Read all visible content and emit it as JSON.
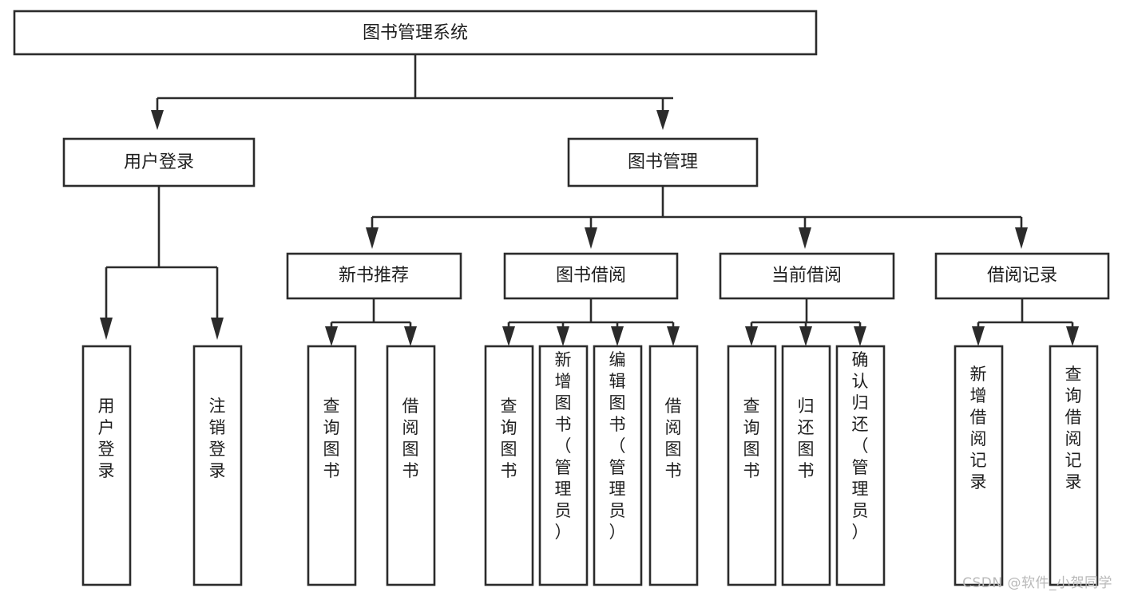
{
  "diagram": {
    "title": "图书管理系统",
    "type": "tree",
    "watermark": "CSDN @软件_小贺同学",
    "colors": {
      "stroke": "#2b2b2b",
      "box_fill": "#ffffff",
      "text": "#1e1e1e",
      "background": "#ffffff",
      "watermark": "#b9b9b9"
    },
    "levels": {
      "root": {
        "label": "图书管理系统"
      },
      "level2": [
        {
          "label": "用户登录"
        },
        {
          "label": "图书管理"
        }
      ],
      "level3": [
        {
          "label": "新书推荐"
        },
        {
          "label": "图书借阅"
        },
        {
          "label": "当前借阅"
        },
        {
          "label": "借阅记录"
        }
      ],
      "leaves": {
        "user_login": [
          {
            "label": "用户登录"
          },
          {
            "label": "注销登录"
          }
        ],
        "new_book_recommend": [
          {
            "label": "查询图书"
          },
          {
            "label": "借阅图书"
          }
        ],
        "book_borrow": [
          {
            "label": "查询图书"
          },
          {
            "label": "新增图书（管理员）"
          },
          {
            "label": "编辑图书（管理员）"
          },
          {
            "label": "借阅图书"
          }
        ],
        "current_borrow": [
          {
            "label": "查询图书"
          },
          {
            "label": "归还图书"
          },
          {
            "label": "确认归还（管理员）"
          }
        ],
        "borrow_record": [
          {
            "label": "新增借阅记录"
          },
          {
            "label": "查询借阅记录"
          }
        ]
      }
    }
  }
}
